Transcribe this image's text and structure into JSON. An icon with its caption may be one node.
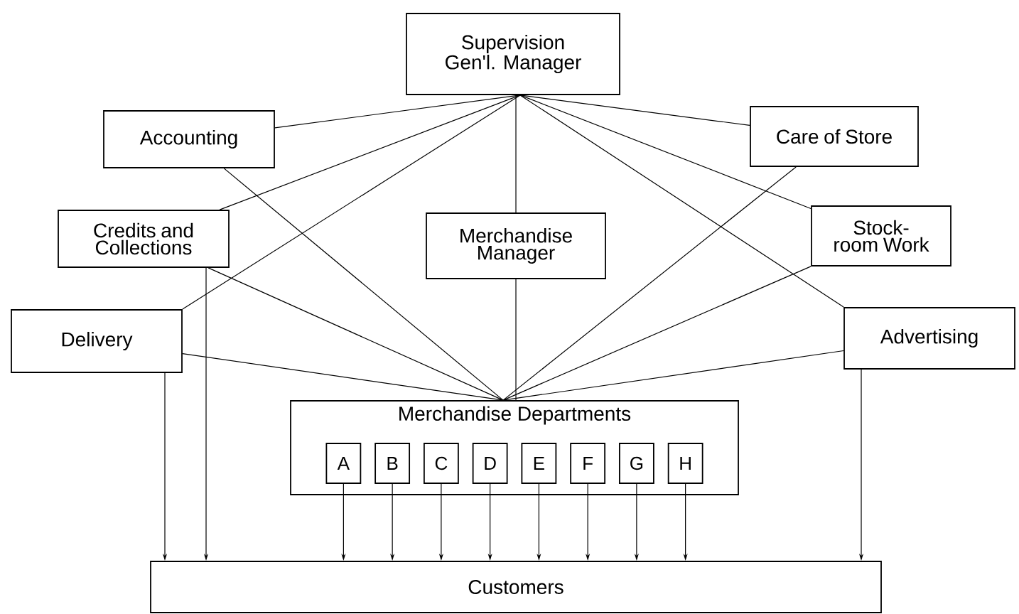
{
  "diagram": {
    "nodes": [
      {
        "text": [
          "Supervision",
          "Gen'l. Manager"
        ]
      },
      {
        "text": [
          "Accounting"
        ]
      },
      {
        "text": [
          "Care of Store"
        ]
      },
      {
        "text": [
          "Credits and Collections"
        ]
      },
      {
        "text": [
          "Merchandise Manager"
        ]
      },
      {
        "text": [
          "Stock-room Work"
        ]
      },
      {
        "text": [
          "Delivery"
        ]
      },
      {
        "text": [
          "Advertising"
        ]
      },
      {
        "text": [
          "Merchandise Departments"
        ]
      },
      {
        "text": [
          "A"
        ],
        "in": 8
      },
      {
        "text": [
          "B"
        ],
        "in": 8
      },
      {
        "text": [
          "C"
        ],
        "in": 8
      },
      {
        "text": [
          "D"
        ],
        "in": 8
      },
      {
        "text": [
          "E"
        ],
        "in": 8
      },
      {
        "text": [
          "F"
        ],
        "in": 8
      },
      {
        "text": [
          "G"
        ],
        "in": 8
      },
      {
        "text": [
          "H"
        ],
        "in": 8
      },
      {
        "text": [
          "Customers"
        ]
      }
    ],
    "edges": [
      {
        "from": 0,
        "to": 1,
        "arrow": "none"
      },
      {
        "from": 0,
        "to": 2,
        "arrow": "none"
      },
      {
        "from": 0,
        "to": 3,
        "arrow": "none"
      },
      {
        "from": 0,
        "to": 4,
        "arrow": "none"
      },
      {
        "from": 0,
        "to": 5,
        "arrow": "none"
      },
      {
        "from": 0,
        "to": 6,
        "arrow": "none"
      },
      {
        "from": 0,
        "to": 7,
        "arrow": "none"
      },
      {
        "from": 1,
        "to": 8,
        "arrow": "none"
      },
      {
        "from": 2,
        "to": 8,
        "arrow": "none"
      },
      {
        "from": 3,
        "to": 8,
        "arrow": "none"
      },
      {
        "from": 4,
        "to": 8,
        "arrow": "none"
      },
      {
        "from": 5,
        "to": 8,
        "arrow": "none"
      },
      {
        "from": 6,
        "to": 8,
        "arrow": "none"
      },
      {
        "from": 7,
        "to": 8,
        "arrow": "none"
      },
      {
        "from": 6,
        "to": 17,
        "arrow": "to"
      },
      {
        "from": 3,
        "to": 17,
        "arrow": "to"
      },
      {
        "from": 9,
        "to": 17,
        "arrow": "to"
      },
      {
        "from": 10,
        "to": 17,
        "arrow": "to"
      },
      {
        "from": 11,
        "to": 17,
        "arrow": "to"
      },
      {
        "from": 12,
        "to": 17,
        "arrow": "to"
      },
      {
        "from": 13,
        "to": 17,
        "arrow": "to"
      },
      {
        "from": 14,
        "to": 17,
        "arrow": "to"
      },
      {
        "from": 15,
        "to": 17,
        "arrow": "to"
      },
      {
        "from": 16,
        "to": 17,
        "arrow": "to"
      },
      {
        "from": 7,
        "to": 17,
        "arrow": "to"
      }
    ]
  }
}
